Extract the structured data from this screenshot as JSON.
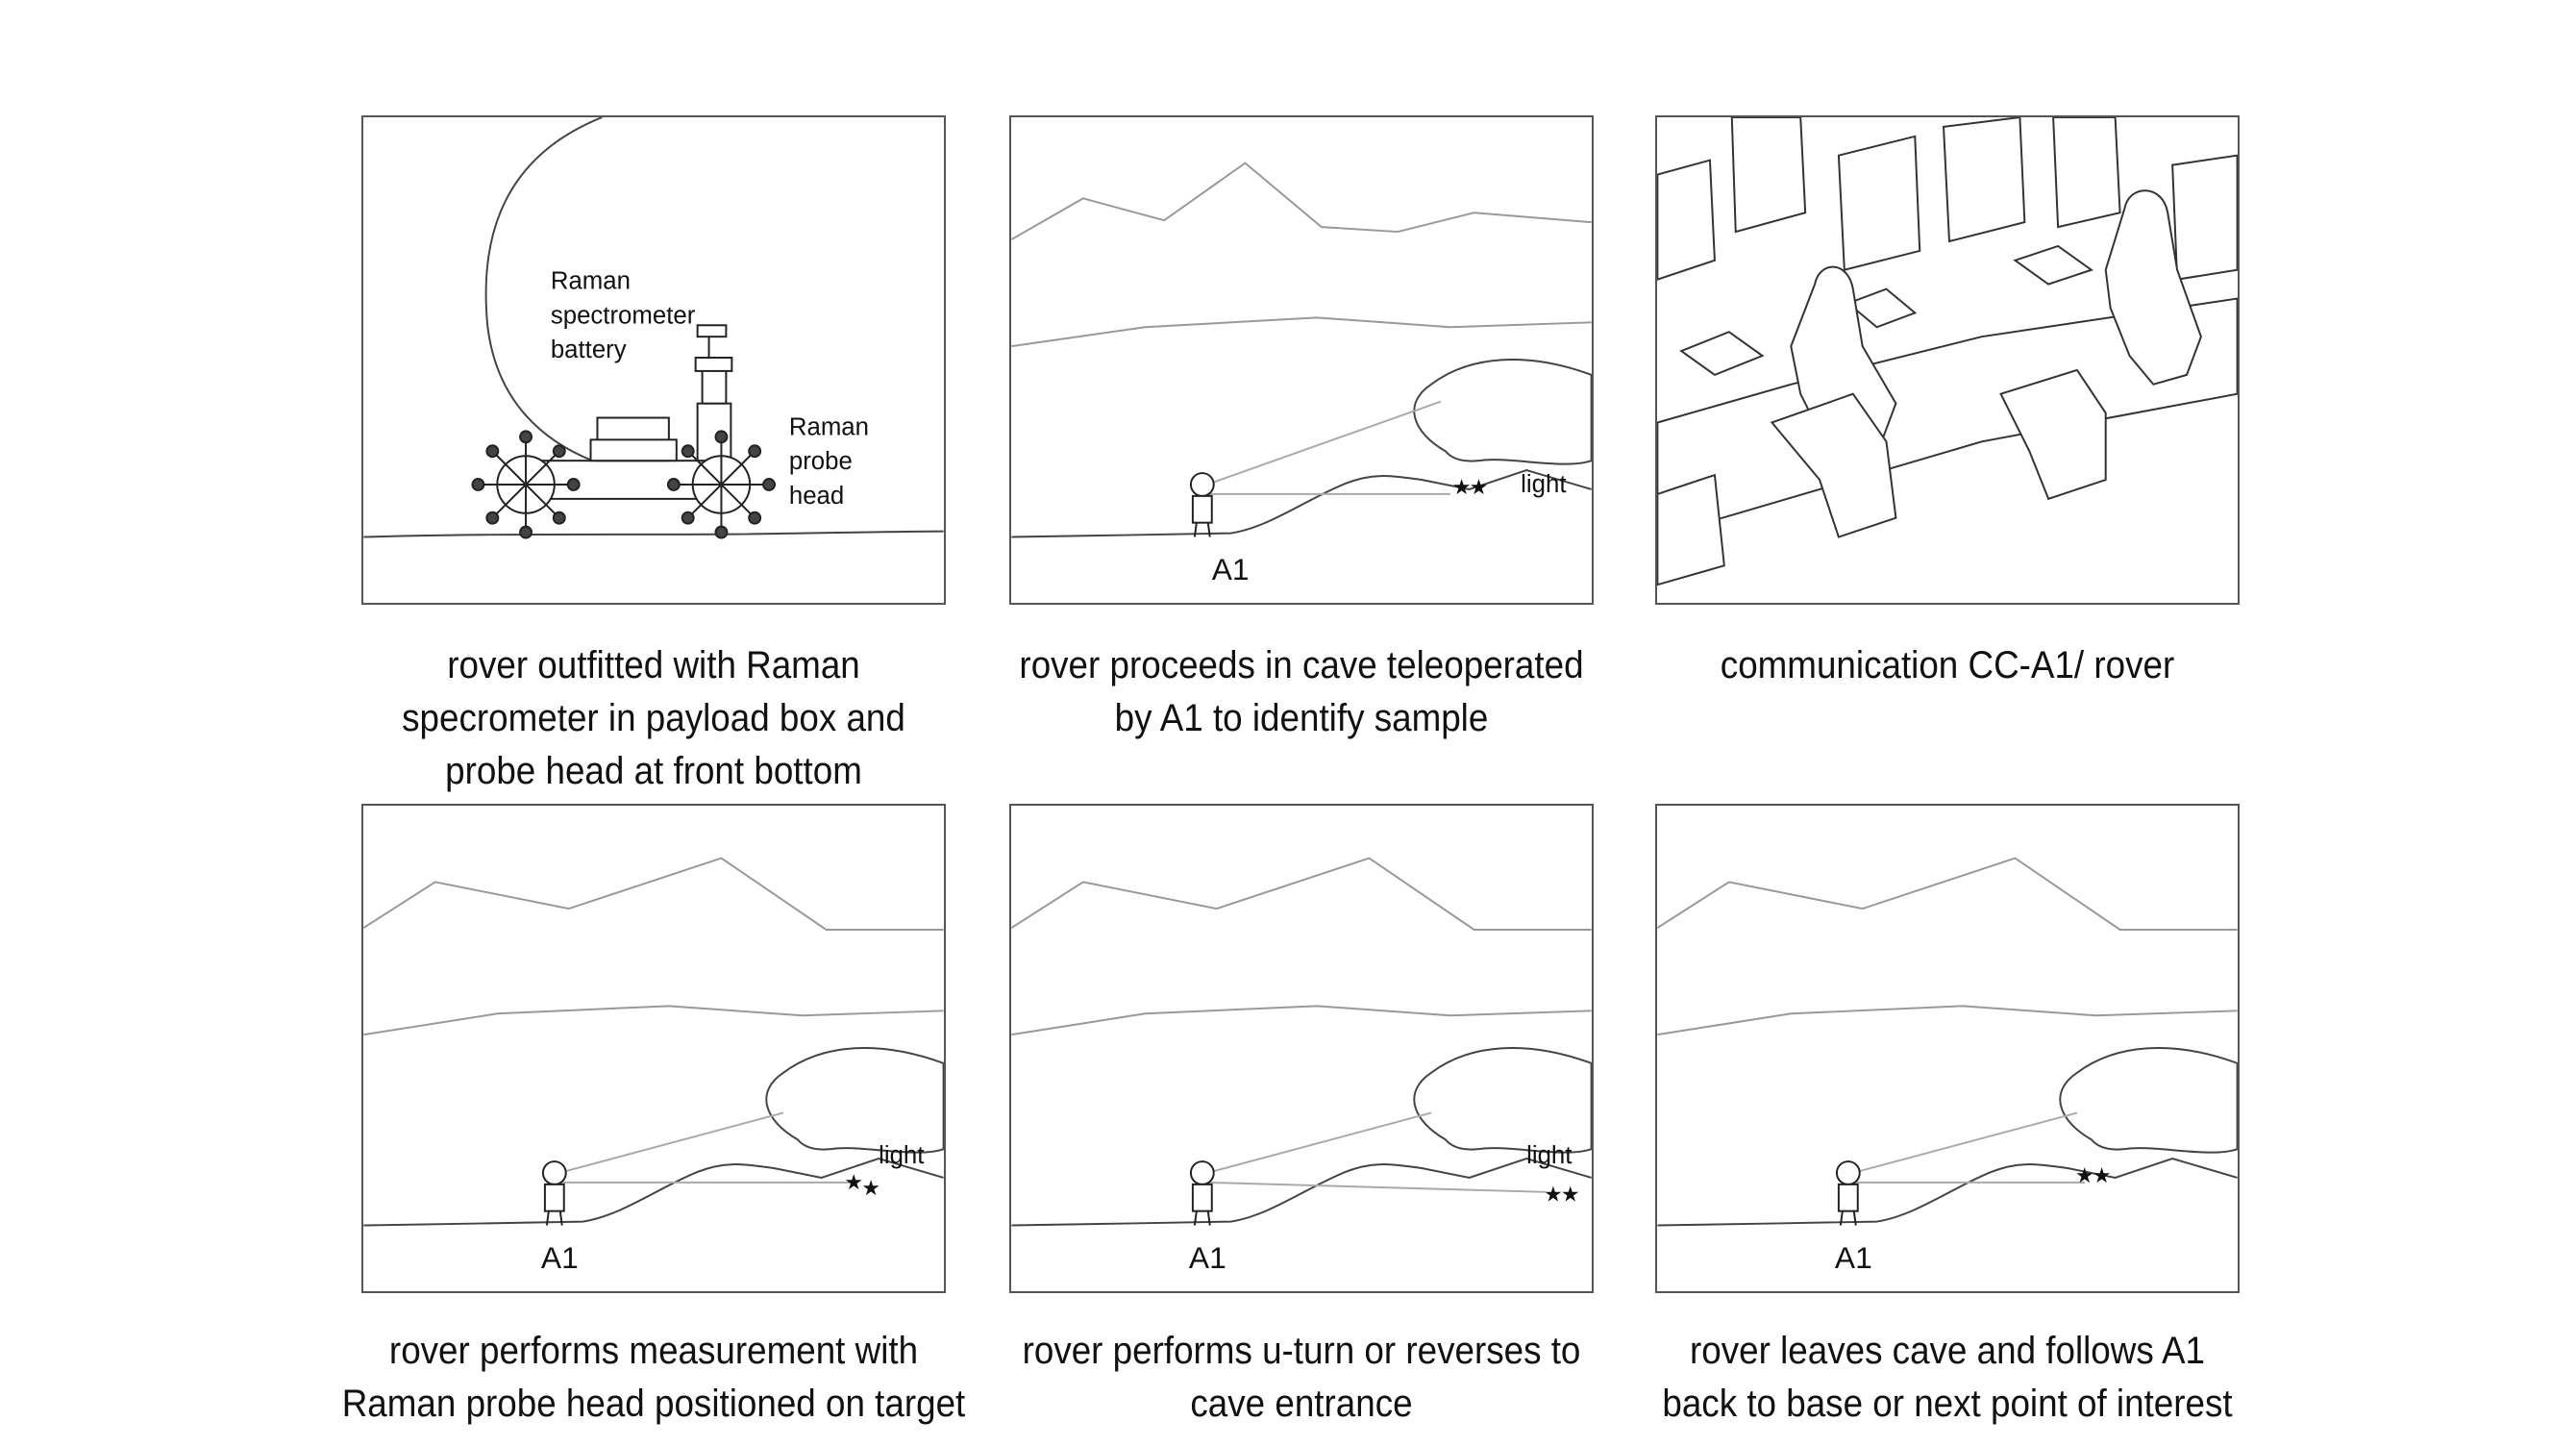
{
  "panels": [
    {
      "id": "p1",
      "labels": {
        "spectrometer_line1": "Raman",
        "spectrometer_line2": "spectrometer",
        "spectrometer_line3": "battery",
        "probe_line1": "Raman",
        "probe_line2": "probe",
        "probe_line3": "head"
      },
      "caption": [
        "rover outfitted with Raman",
        "specrometer in payload box and",
        "probe head at front bottom"
      ]
    },
    {
      "id": "p2",
      "labels": {
        "astronaut": "A1",
        "light": "light"
      },
      "caption": [
        "rover proceeds in cave teleoperated",
        "by A1 to identify sample"
      ]
    },
    {
      "id": "p3",
      "labels": {},
      "caption": [
        "communication CC-A1/ rover"
      ]
    },
    {
      "id": "p4",
      "labels": {
        "astronaut": "A1",
        "light": "light"
      },
      "caption": [
        "rover performs measurement with",
        "Raman probe head positioned on target"
      ]
    },
    {
      "id": "p5",
      "labels": {
        "astronaut": "A1",
        "light": "light"
      },
      "caption": [
        "rover performs u-turn or reverses to",
        "cave entrance"
      ]
    },
    {
      "id": "p6",
      "labels": {
        "astronaut": "A1"
      },
      "caption": [
        "rover leaves cave and follows A1",
        "back to base or next point of interest"
      ]
    }
  ]
}
